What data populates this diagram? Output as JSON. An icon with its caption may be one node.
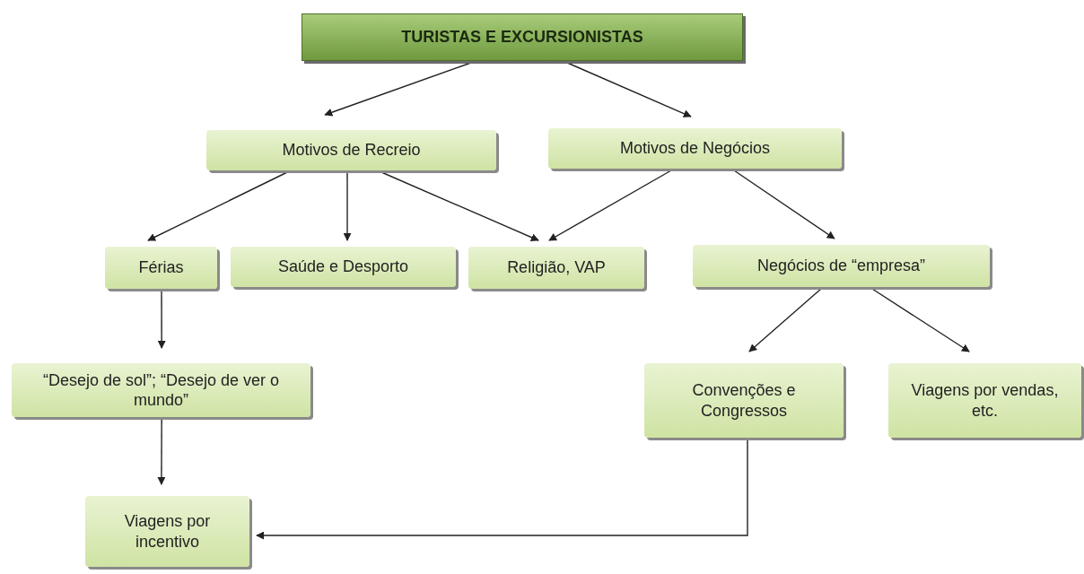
{
  "diagram": {
    "nodes": [
      {
        "text": [
          "TURISTAS E EXCURSIONISTAS"
        ]
      },
      {
        "text": [
          "Motivos de Recreio"
        ]
      },
      {
        "text": [
          "Motivos de Negócios"
        ]
      },
      {
        "text": [
          "Férias"
        ]
      },
      {
        "text": [
          "Saúde e Desporto"
        ]
      },
      {
        "text": [
          "Religião, VAP"
        ]
      },
      {
        "text": [
          "Negócios de “empresa”"
        ]
      },
      {
        "text": [
          "“Desejo de sol”; “Desejo de ver o mundo”"
        ]
      },
      {
        "text": [
          "Convenções e Congressos"
        ]
      },
      {
        "text": [
          "Viagens por vendas, etc."
        ]
      },
      {
        "text": [
          "Viagens por incentivo"
        ]
      }
    ],
    "edges": [
      {
        "from": 0,
        "to": 1,
        "arrow": "to"
      },
      {
        "from": 0,
        "to": 2,
        "arrow": "to"
      },
      {
        "from": 1,
        "to": 3,
        "arrow": "to"
      },
      {
        "from": 1,
        "to": 4,
        "arrow": "to"
      },
      {
        "from": 1,
        "to": 5,
        "arrow": "to"
      },
      {
        "from": 2,
        "to": 5,
        "arrow": "to"
      },
      {
        "from": 2,
        "to": 6,
        "arrow": "to"
      },
      {
        "from": 3,
        "to": 7,
        "arrow": "to"
      },
      {
        "from": 6,
        "to": 8,
        "arrow": "to"
      },
      {
        "from": 6,
        "to": 9,
        "arrow": "to"
      },
      {
        "from": 7,
        "to": 10,
        "arrow": "to"
      },
      {
        "from": 8,
        "to": 10,
        "arrow": "to"
      }
    ]
  }
}
